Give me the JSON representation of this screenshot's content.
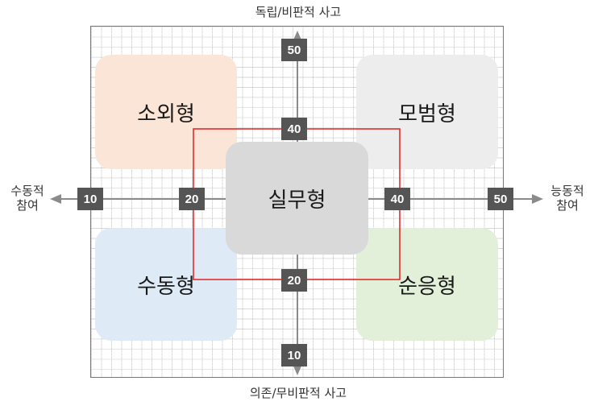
{
  "axes": {
    "top_label": "독립/비판적 사고",
    "bottom_label": "의존/무비판적 사고",
    "left_label_line1": "수동적",
    "left_label_line2": "참여",
    "right_label_line1": "능동적",
    "right_label_line2": "참여"
  },
  "quadrants": {
    "alienated": "소외형",
    "exemplary": "모범형",
    "passive": "수동형",
    "conformist": "순응형",
    "pragmatic": "실무형"
  },
  "ticks": {
    "x": [
      "10",
      "20",
      "40",
      "50"
    ],
    "y": [
      "50",
      "40",
      "20",
      "10"
    ]
  },
  "colors": {
    "alienated": "#fbe5d6",
    "exemplary": "#ededed",
    "passive": "#deebf7",
    "conformist": "#e2f0d9",
    "pragmatic": "#d9d9d9",
    "highlight_rect": "#e02020",
    "tick_bg": "#555555"
  }
}
